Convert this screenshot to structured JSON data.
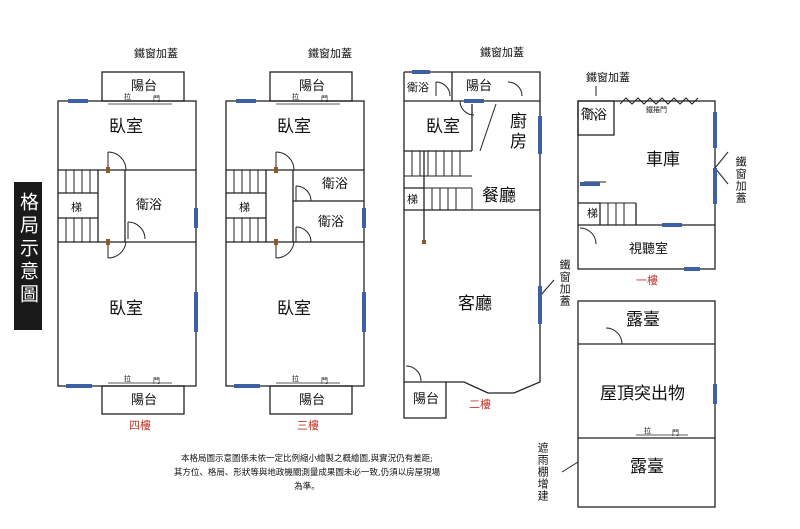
{
  "title": "格局示意圖",
  "floors": {
    "f4": {
      "label": "四樓",
      "top_window": "鐵窗加蓋",
      "balcony_top": "陽台",
      "bedroom_top": "臥室",
      "stairs": "梯",
      "bath": "衛浴",
      "bedroom_main": "臥室",
      "balcony_bottom": "陽台",
      "pull_top": "拉",
      "door_top": "門",
      "pull_bottom": "拉",
      "door_bottom": "門"
    },
    "f3": {
      "label": "三樓",
      "top_window": "鐵窗加蓋",
      "balcony_top": "陽台",
      "bedroom_top": "臥室",
      "stairs": "梯",
      "bath1": "衛浴",
      "bath2": "衛浴",
      "bedroom_main": "臥室",
      "balcony_bottom": "陽台",
      "pull_top": "拉",
      "door_top": "門",
      "pull_bottom": "拉",
      "door_bottom": "門"
    },
    "f2": {
      "label": "二樓",
      "top_window": "鐵窗加蓋",
      "bath": "衛浴",
      "balcony_top": "陽台",
      "bedroom": "臥室",
      "kitchen": "廚房",
      "stairs": "梯",
      "dining": "餐廳",
      "living": "客廳",
      "side_window": "鐵窗加蓋",
      "balcony_bottom": "陽台"
    },
    "f1": {
      "label": "一樓",
      "top_window": "鐵窗加蓋",
      "bath": "衛浴",
      "roll_door": "鐵捲門",
      "garage": "車庫",
      "side_window": "鐵窗加蓋",
      "stairs": "梯",
      "av_room": "視聽室"
    },
    "roof": {
      "terrace_top": "露臺",
      "penthouse": "屋頂突出物",
      "terrace_bottom": "露臺",
      "pull": "拉",
      "door": "門",
      "canopy": "遮雨棚增建"
    }
  },
  "disclaimer": [
    "本格局圖示意圖係未依一定比例縮小繪製之概繪圖,與實況仍有差距;",
    "其方位、格局、形狀等與地政機關測量成果圖未必一致,仍須以房屋現場為準。"
  ],
  "colors": {
    "wall": "#222222",
    "window": "#3d5fa6",
    "door_post": "#8a5a2b",
    "floor_label": "#c0392b",
    "title_band": "#1a1a1a"
  }
}
